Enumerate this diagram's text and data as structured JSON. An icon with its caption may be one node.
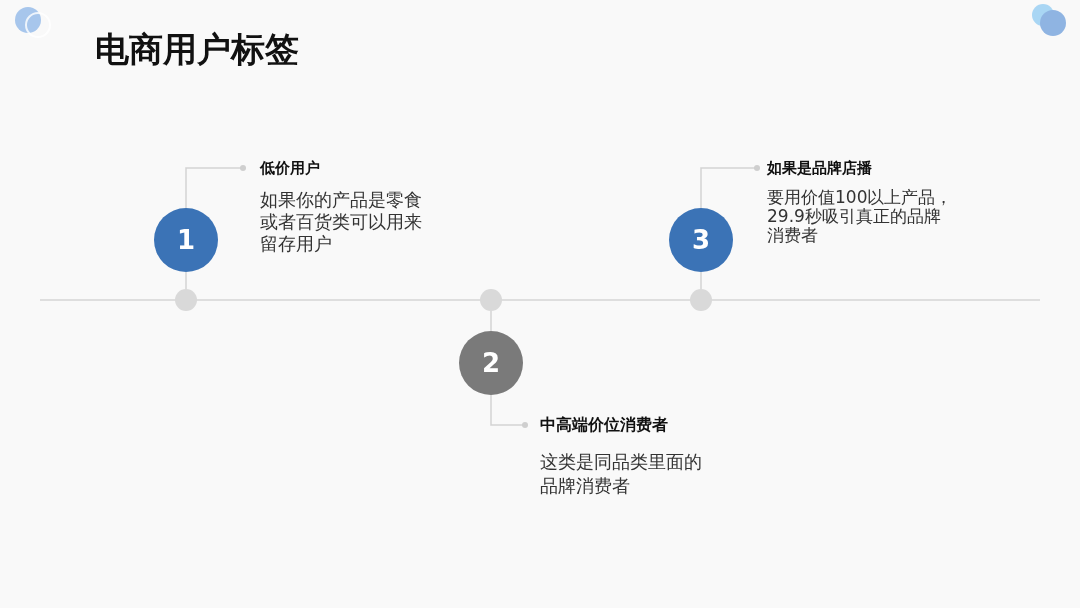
{
  "diagram": {
    "title": "电商用户标签",
    "nodes": [
      {
        "text": [
          "低价用户",
          "如果你的产品是零食或者百货类可以用来留存用户"
        ]
      },
      {
        "text": [
          "1"
        ]
      },
      {
        "text": [],
        "shape": "circle"
      },
      {
        "text": [],
        "shape": "circle"
      },
      {
        "text": [
          "2"
        ]
      },
      {
        "text": [
          "中高端价位消费者",
          "这类是同品类里面的品牌消费者"
        ]
      },
      {
        "text": [
          "如果是品牌店播",
          "要用价值100以上产品，29.9秒吸引真正的品牌消费者"
        ]
      },
      {
        "text": [
          "3"
        ]
      },
      {
        "text": [],
        "shape": "circle"
      }
    ],
    "edges": [
      {
        "from": 0,
        "to": 1,
        "arrow": "other"
      },
      {
        "from": 1,
        "to": 2,
        "arrow": "none"
      },
      {
        "from": 3,
        "to": 4,
        "arrow": "none"
      },
      {
        "from": 5,
        "to": 4,
        "arrow": "other"
      },
      {
        "from": 6,
        "to": 7,
        "arrow": "other"
      },
      {
        "from": 7,
        "to": 8,
        "arrow": "none"
      }
    ]
  }
}
